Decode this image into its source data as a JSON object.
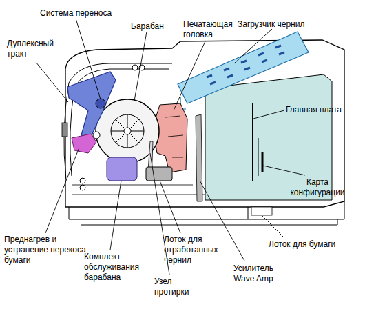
{
  "diagram": {
    "labels": [
      "Система переноса",
      "Барабан",
      "Печатающая головка",
      "Загрузчик чернил",
      "Дуплексный тракт",
      "Главная плата",
      "Карта конфигурации",
      "Преднагрев и устранение перекоса бумаги",
      "Комплект обслуживания барабана",
      "Лоток для отработанных чернил",
      "Лоток для бумаги",
      "Узел протирки",
      "Усилитель Wave Amp"
    ]
  }
}
